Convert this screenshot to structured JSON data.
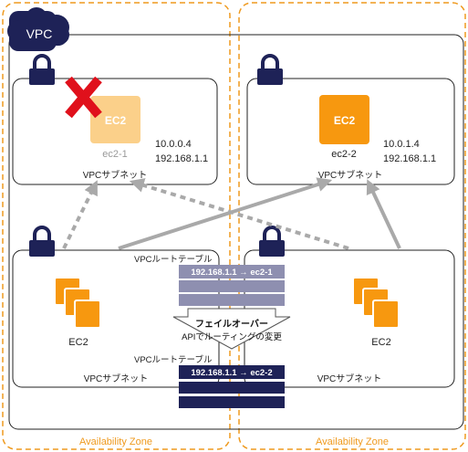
{
  "vpc": {
    "label": "VPC"
  },
  "availability_zones": [
    {
      "label": "Availability Zone"
    },
    {
      "label": "Availability Zone"
    }
  ],
  "subnets": {
    "top_left": {
      "label": "VPCサブネット"
    },
    "top_right": {
      "label": "VPCサブネット"
    },
    "bottom_left": {
      "label": "VPCサブネット"
    },
    "bottom_right": {
      "label": "VPCサブネット"
    }
  },
  "instances": {
    "ec2_1": {
      "icon_text": "EC2",
      "name": "ec2-1",
      "ip_private": "10.0.0.4",
      "ip_virtual": "192.168.1.1",
      "state": "failed"
    },
    "ec2_2": {
      "icon_text": "EC2",
      "name": "ec2-2",
      "ip_private": "10.0.1.4",
      "ip_virtual": "192.168.1.1",
      "state": "active"
    }
  },
  "bottom_icons": {
    "left_label": "EC2",
    "right_label": "EC2"
  },
  "route_tables": {
    "before": {
      "label": "VPCルートテーブル",
      "entry": "192.168.1.1 → ec2-1"
    },
    "after": {
      "label": "VPCルートテーブル",
      "entry": "192.168.1.1 → ec2-2"
    }
  },
  "failover": {
    "title": "フェイルオーバー",
    "subtitle": "APIでルーティングの変更"
  },
  "colors": {
    "orange": "#ef9a1f",
    "ec2_active": "#f7980f",
    "ec2_failed": "#fbd08a",
    "navy": "#1e2257",
    "table_before": "#8e8fb0",
    "fail_red": "#e0101b",
    "arrow_gray": "#a9a9a9"
  }
}
